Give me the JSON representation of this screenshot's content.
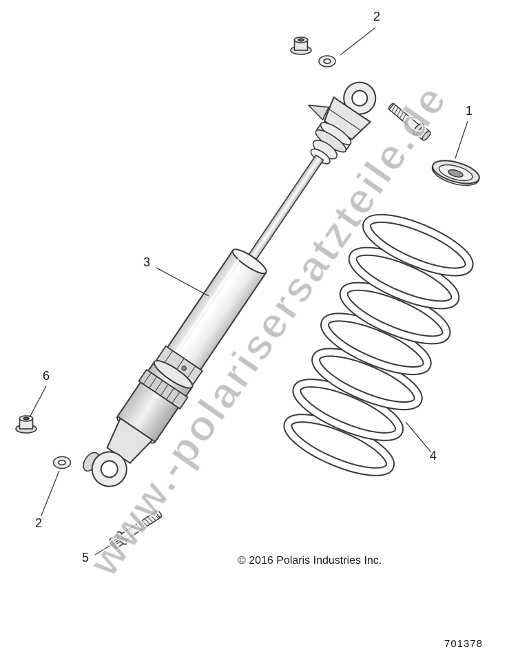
{
  "watermark": {
    "text": "www.-polarisersatzteile.de"
  },
  "diagram": {
    "callouts": [
      {
        "label": "2"
      },
      {
        "label": "1"
      },
      {
        "label": "3"
      },
      {
        "label": "6"
      },
      {
        "label": "2"
      },
      {
        "label": "5"
      },
      {
        "label": "4"
      }
    ]
  },
  "footer": {
    "copyright": "© 2016 Polaris Industries Inc.",
    "drawing_number": "701378"
  },
  "colors": {
    "line": "#3a3a3a",
    "watermark": "#919191"
  }
}
